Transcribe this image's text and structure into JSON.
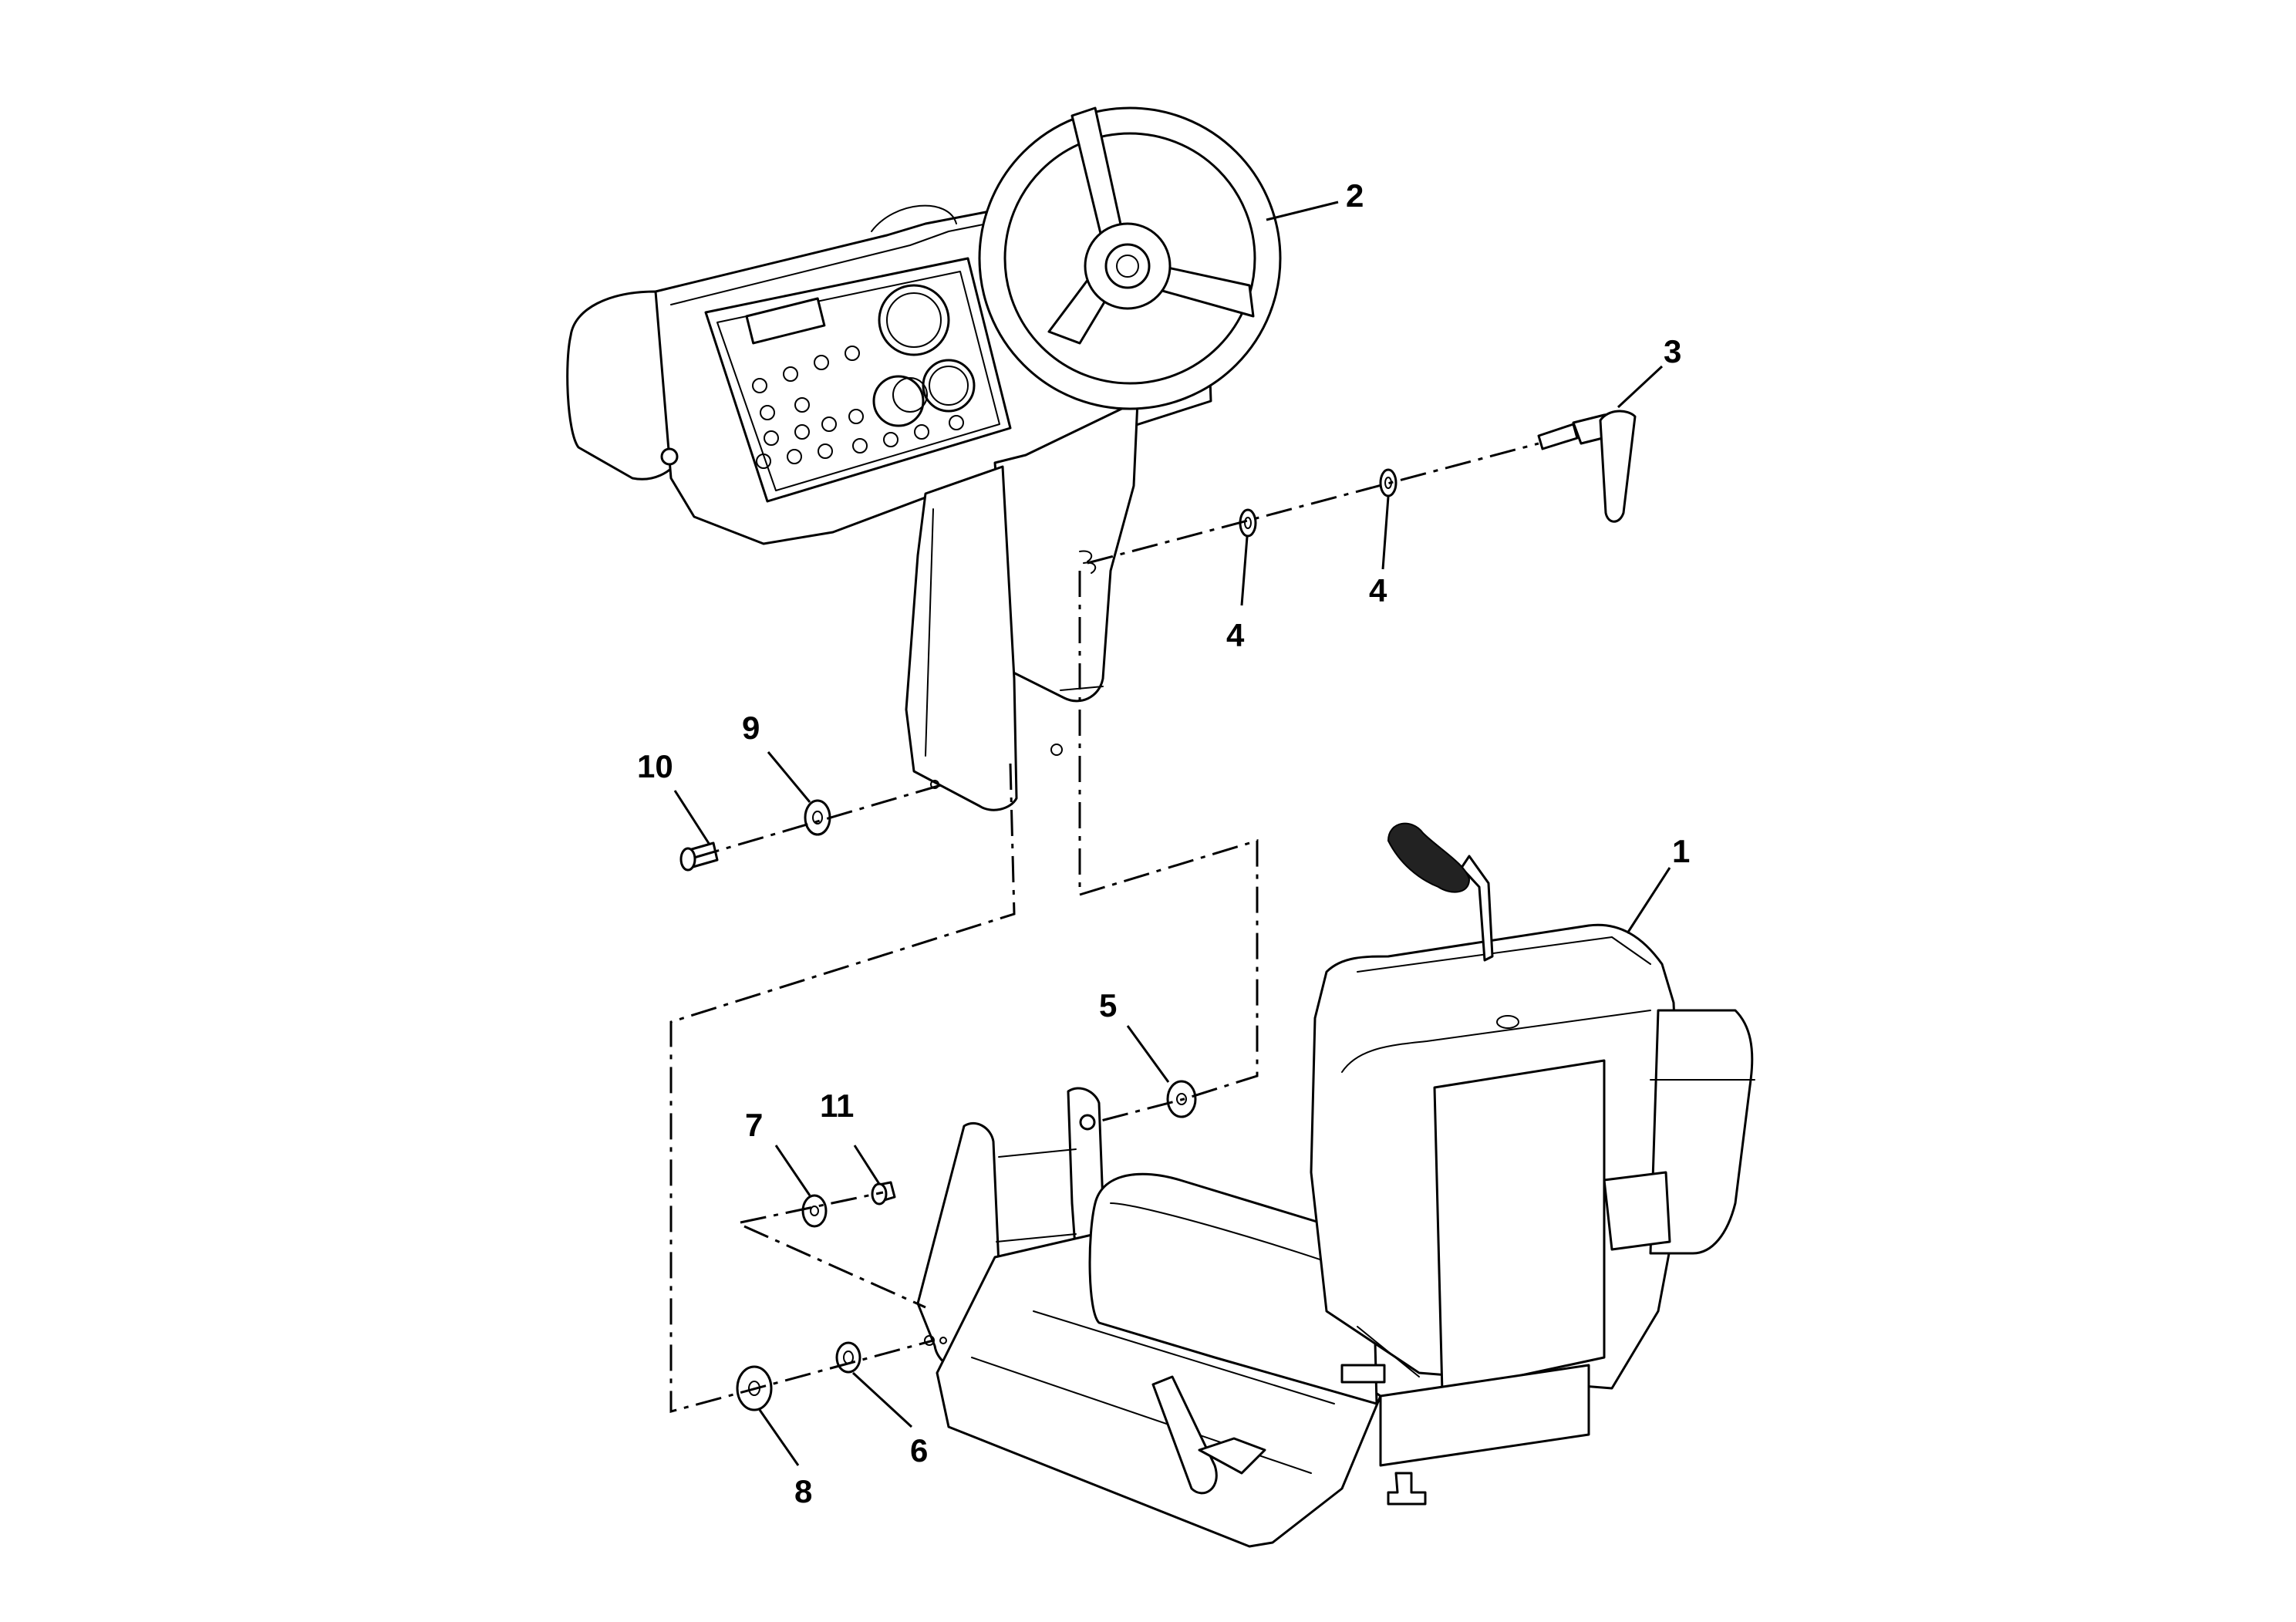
{
  "callouts": [
    {
      "id": "1",
      "label": "1"
    },
    {
      "id": "2",
      "label": "2"
    },
    {
      "id": "3",
      "label": "3"
    },
    {
      "id": "4a",
      "label": "4"
    },
    {
      "id": "4b",
      "label": "4"
    },
    {
      "id": "5",
      "label": "5"
    },
    {
      "id": "6",
      "label": "6"
    },
    {
      "id": "7",
      "label": "7"
    },
    {
      "id": "8",
      "label": "8"
    },
    {
      "id": "9",
      "label": "9"
    },
    {
      "id": "10",
      "label": "10"
    },
    {
      "id": "11",
      "label": "11"
    }
  ]
}
